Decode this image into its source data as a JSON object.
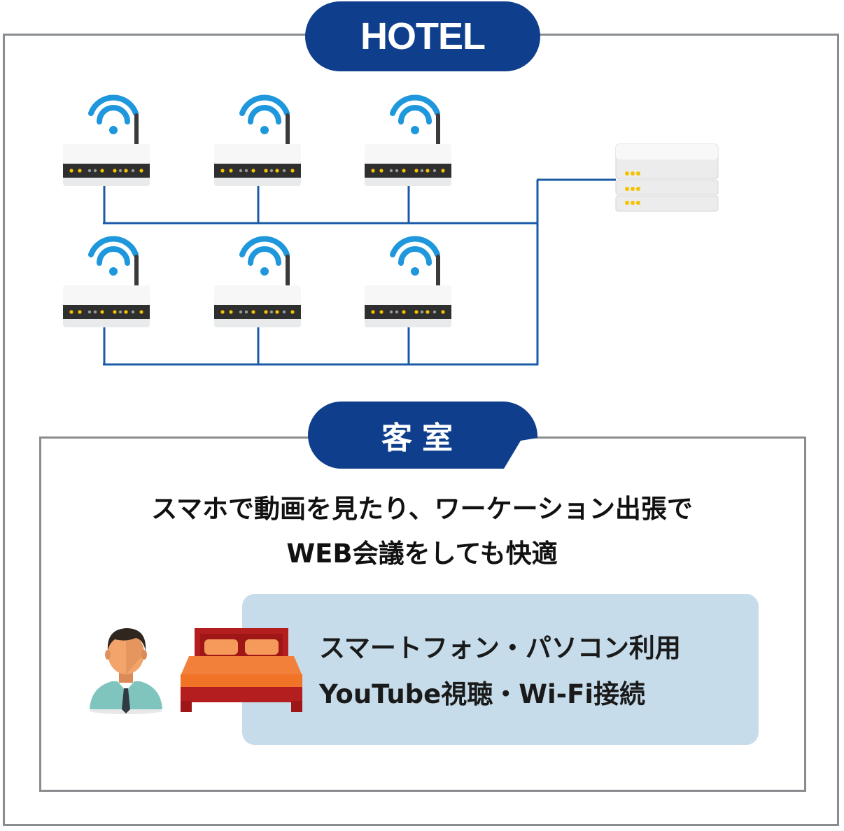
{
  "hotel": {
    "label": "HOTEL"
  },
  "room": {
    "label": "客室",
    "description_line1": "スマホで動画を見たり、ワーケーション出張で",
    "description_line2": "WEB会議をしても快適",
    "info_line1": "スマートフォン・パソコン利用",
    "info_line2": "YouTube視聴・Wi-Fi接続"
  },
  "colors": {
    "badge": "#0f3f8c",
    "wire": "#1a5aa6",
    "wifi": "#1f97dc",
    "frame": "#8a8d90",
    "info_box": "#c6dcea",
    "led": "#f2c300"
  },
  "icons": [
    "wifi-router-icon",
    "server-rack-icon",
    "businessman-icon",
    "bed-icon"
  ]
}
